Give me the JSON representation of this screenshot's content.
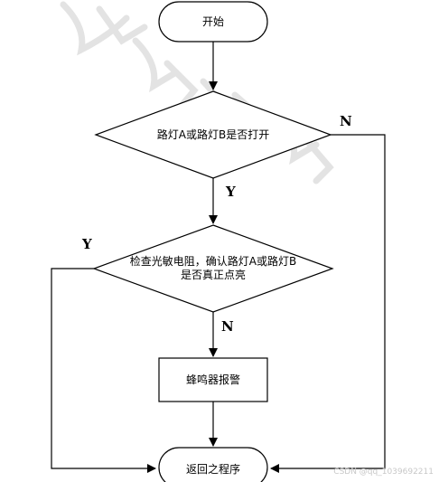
{
  "nodes": {
    "start": "开始",
    "decision1": "路灯A或路灯B是否打开",
    "decision2_line1": "检查光敏电阻，确认路灯A或路灯B",
    "decision2_line2": "是否真正点亮",
    "process": "蜂鸣器报警",
    "end": "返回之程序"
  },
  "edge_labels": {
    "d1_no": "N",
    "d1_yes": "Y",
    "d2_yes": "Y",
    "d2_no": "N"
  },
  "watermark": {
    "corner_text": "CSDN @qq_1039692211",
    "background_text": "西北工业大学"
  },
  "colors": {
    "stroke": "#000000",
    "background": "#ffffff",
    "watermark": "#e3e3e3"
  }
}
